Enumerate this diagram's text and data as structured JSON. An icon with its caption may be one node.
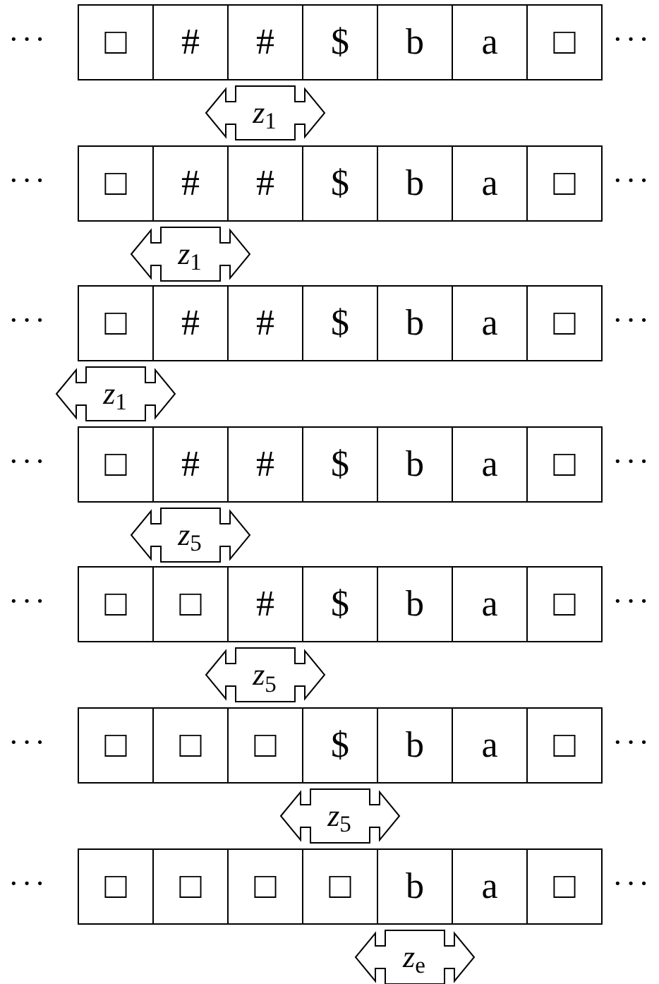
{
  "diagram": {
    "nodes": [
      {
        "text": [
          "□"
        ]
      },
      {
        "text": [
          "#"
        ]
      },
      {
        "text": [
          "#"
        ]
      },
      {
        "text": [
          "$"
        ]
      },
      {
        "text": [
          "b"
        ]
      },
      {
        "text": [
          "a"
        ]
      },
      {
        "text": [
          "□"
        ]
      },
      {
        "text": [
          "*z*$_{1}$"
        ]
      },
      {
        "text": [
          "□"
        ]
      },
      {
        "text": [
          "#"
        ]
      },
      {
        "text": [
          "#"
        ]
      },
      {
        "text": [
          "$"
        ]
      },
      {
        "text": [
          "b"
        ]
      },
      {
        "text": [
          "a"
        ]
      },
      {
        "text": [
          "□"
        ]
      },
      {
        "text": [
          "*z*$_{1}$"
        ]
      },
      {
        "text": [
          "□"
        ]
      },
      {
        "text": [
          "#"
        ]
      },
      {
        "text": [
          "#"
        ]
      },
      {
        "text": [
          "$"
        ]
      },
      {
        "text": [
          "b"
        ]
      },
      {
        "text": [
          "a"
        ]
      },
      {
        "text": [
          "□"
        ]
      },
      {
        "text": [
          "*z*$_{1}$"
        ]
      },
      {
        "text": [
          "□"
        ]
      },
      {
        "text": [
          "#"
        ]
      },
      {
        "text": [
          "#"
        ]
      },
      {
        "text": [
          "$"
        ]
      },
      {
        "text": [
          "b"
        ]
      },
      {
        "text": [
          "a"
        ]
      },
      {
        "text": [
          "□"
        ]
      },
      {
        "text": [
          "*z*$_{5}$"
        ]
      },
      {
        "text": [
          "□"
        ]
      },
      {
        "text": [
          "□"
        ]
      },
      {
        "text": [
          "#"
        ]
      },
      {
        "text": [
          "$"
        ]
      },
      {
        "text": [
          "b"
        ]
      },
      {
        "text": [
          "a"
        ]
      },
      {
        "text": [
          "□"
        ]
      },
      {
        "text": [
          "*z*$_{5}$"
        ]
      },
      {
        "text": [
          "□"
        ]
      },
      {
        "text": [
          "□"
        ]
      },
      {
        "text": [
          "□"
        ]
      },
      {
        "text": [
          "$"
        ]
      },
      {
        "text": [
          "b"
        ]
      },
      {
        "text": [
          "a"
        ]
      },
      {
        "text": [
          "□"
        ]
      },
      {
        "text": [
          "*z*$_{5}$"
        ]
      },
      {
        "text": [
          "□"
        ]
      },
      {
        "text": [
          "□"
        ]
      },
      {
        "text": [
          "□"
        ]
      },
      {
        "text": [
          "□"
        ]
      },
      {
        "text": [
          "b"
        ]
      },
      {
        "text": [
          "a"
        ]
      },
      {
        "text": [
          "□"
        ]
      },
      {
        "text": [
          "*z*$_{e}$"
        ]
      }
    ],
    "labels": [
      "···",
      "···",
      "···",
      "···",
      "···",
      "···",
      "···",
      "···",
      "···",
      "···",
      "···",
      "···",
      "···",
      "···"
    ]
  }
}
